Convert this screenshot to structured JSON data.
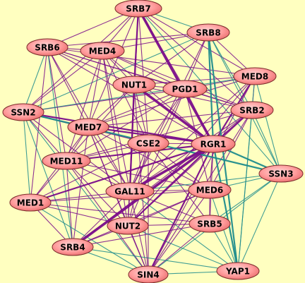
{
  "colors": {
    "background": "#FFFFC0",
    "purple_edge": "#7A0D8A",
    "teal_edge": "#1F8C8C",
    "node_fill_light": "#FFC0C0",
    "node_fill_dark": "#F07070"
  },
  "nodes": [
    {
      "id": "SRB7",
      "label": "SRB7"
    },
    {
      "id": "SRB8",
      "label": "SRB8"
    },
    {
      "id": "SRB6",
      "label": "SRB6"
    },
    {
      "id": "MED4",
      "label": "MED4"
    },
    {
      "id": "MED8",
      "label": "MED8"
    },
    {
      "id": "NUT1",
      "label": "NUT1"
    },
    {
      "id": "PGD1",
      "label": "PGD1"
    },
    {
      "id": "SRB2",
      "label": "SRB2"
    },
    {
      "id": "SSN2",
      "label": "SSN2"
    },
    {
      "id": "MED7",
      "label": "MED7"
    },
    {
      "id": "CSE2",
      "label": "CSE2"
    },
    {
      "id": "RGR1",
      "label": "RGR1"
    },
    {
      "id": "MED11",
      "label": "MED11"
    },
    {
      "id": "SSN3",
      "label": "SSN3"
    },
    {
      "id": "GAL11",
      "label": "GAL11"
    },
    {
      "id": "MED6",
      "label": "MED6"
    },
    {
      "id": "MED1",
      "label": "MED1"
    },
    {
      "id": "SRB5",
      "label": "SRB5"
    },
    {
      "id": "NUT2",
      "label": "NUT2"
    },
    {
      "id": "SRB4",
      "label": "SRB4"
    },
    {
      "id": "SIN4",
      "label": "SIN4"
    },
    {
      "id": "YAP1",
      "label": "YAP1"
    }
  ],
  "edges": [
    {
      "from": "RGR1",
      "to": "NUT1",
      "color": "purple",
      "weight": 3
    },
    {
      "from": "RGR1",
      "to": "SRB7",
      "color": "purple",
      "weight": 3
    },
    {
      "from": "RGR1",
      "to": "MED7",
      "color": "purple",
      "weight": 2
    },
    {
      "from": "RGR1",
      "to": "GAL11",
      "color": "purple",
      "weight": 3
    },
    {
      "from": "RGR1",
      "to": "SRB4",
      "color": "purple",
      "weight": 3
    },
    {
      "from": "RGR1",
      "to": "SSN2",
      "color": "purple",
      "weight": 2
    },
    {
      "from": "RGR1",
      "to": "MED8",
      "color": "purple",
      "weight": 2
    },
    {
      "from": "RGR1",
      "to": "SRB2",
      "color": "purple",
      "weight": 2
    },
    {
      "from": "RGR1",
      "to": "MED11",
      "color": "purple",
      "weight": 2
    },
    {
      "from": "RGR1",
      "to": "NUT2",
      "color": "purple",
      "weight": 2
    },
    {
      "from": "RGR1",
      "to": "SIN4",
      "color": "purple",
      "weight": 2
    },
    {
      "from": "RGR1",
      "to": "MED1",
      "color": "purple",
      "weight": 2
    },
    {
      "from": "RGR1",
      "to": "SRB6",
      "color": "purple",
      "weight": 1
    },
    {
      "from": "RGR1",
      "to": "MED4",
      "color": "purple",
      "weight": 1
    },
    {
      "from": "RGR1",
      "to": "CSE2",
      "color": "purple",
      "weight": 1
    },
    {
      "from": "RGR1",
      "to": "PGD1",
      "color": "purple",
      "weight": 1
    },
    {
      "from": "RGR1",
      "to": "MED6",
      "color": "purple",
      "weight": 1
    },
    {
      "from": "RGR1",
      "to": "SRB5",
      "color": "purple",
      "weight": 1
    },
    {
      "from": "RGR1",
      "to": "SSN3",
      "color": "teal",
      "weight": 2
    },
    {
      "from": "RGR1",
      "to": "YAP1",
      "color": "teal",
      "weight": 2
    },
    {
      "from": "RGR1",
      "to": "SRB8",
      "color": "teal",
      "weight": 2
    },
    {
      "from": "SSN2",
      "to": "SSN3",
      "color": "teal",
      "weight": 2
    },
    {
      "from": "SRB8",
      "to": "YAP1",
      "color": "teal",
      "weight": 2
    },
    {
      "from": "SSN3",
      "to": "YAP1",
      "color": "teal",
      "weight": 1
    },
    {
      "from": "NUT1",
      "to": "SRB7",
      "color": "purple",
      "weight": 2
    },
    {
      "from": "NUT1",
      "to": "GAL11",
      "color": "purple",
      "weight": 2
    },
    {
      "from": "NUT1",
      "to": "MED4",
      "color": "purple",
      "weight": 1
    },
    {
      "from": "NUT1",
      "to": "SRB6",
      "color": "purple",
      "weight": 1
    },
    {
      "from": "NUT1",
      "to": "PGD1",
      "color": "purple",
      "weight": 1
    },
    {
      "from": "NUT1",
      "to": "MED7",
      "color": "purple",
      "weight": 1
    },
    {
      "from": "NUT1",
      "to": "NUT2",
      "color": "purple",
      "weight": 1
    },
    {
      "from": "NUT1",
      "to": "MED11",
      "color": "purple",
      "weight": 1
    },
    {
      "from": "NUT1",
      "to": "SRB2",
      "color": "purple",
      "weight": 1
    },
    {
      "from": "NUT1",
      "to": "MED8",
      "color": "purple",
      "weight": 1
    },
    {
      "from": "NUT1",
      "to": "CSE2",
      "color": "purple",
      "weight": 1
    },
    {
      "from": "SRB7",
      "to": "SRB8",
      "color": "teal",
      "weight": 1
    },
    {
      "from": "SRB7",
      "to": "MED4",
      "color": "purple",
      "weight": 1
    },
    {
      "from": "SRB7",
      "to": "SRB6",
      "color": "purple",
      "weight": 1
    },
    {
      "from": "SRB7",
      "to": "PGD1",
      "color": "purple",
      "weight": 1
    },
    {
      "from": "SRB7",
      "to": "MED7",
      "color": "purple",
      "weight": 1
    },
    {
      "from": "SRB7",
      "to": "MED8",
      "color": "purple",
      "weight": 1
    },
    {
      "from": "SRB7",
      "to": "SSN2",
      "color": "purple",
      "weight": 1
    },
    {
      "from": "SRB7",
      "to": "SSN3",
      "color": "teal",
      "weight": 1
    },
    {
      "from": "SRB8",
      "to": "SSN2",
      "color": "teal",
      "weight": 1
    },
    {
      "from": "SRB8",
      "to": "MED8",
      "color": "purple",
      "weight": 1
    },
    {
      "from": "SRB8",
      "to": "PGD1",
      "color": "purple",
      "weight": 1
    },
    {
      "from": "SRB8",
      "to": "SRB2",
      "color": "teal",
      "weight": 1
    },
    {
      "from": "SRB8",
      "to": "GAL11",
      "color": "purple",
      "weight": 1
    },
    {
      "from": "SRB8",
      "to": "MED4",
      "color": "purple",
      "weight": 1
    },
    {
      "from": "SRB6",
      "to": "MED4",
      "color": "purple",
      "weight": 1
    },
    {
      "from": "SRB6",
      "to": "SSN2",
      "color": "teal",
      "weight": 1
    },
    {
      "from": "SRB6",
      "to": "MED7",
      "color": "purple",
      "weight": 1
    },
    {
      "from": "SRB6",
      "to": "MED11",
      "color": "purple",
      "weight": 1
    },
    {
      "from": "SRB6",
      "to": "GAL11",
      "color": "purple",
      "weight": 1
    },
    {
      "from": "SRB6",
      "to": "MED1",
      "color": "purple",
      "weight": 1
    },
    {
      "from": "SRB6",
      "to": "SRB2",
      "color": "purple",
      "weight": 1
    },
    {
      "from": "SRB6",
      "to": "MED8",
      "color": "purple",
      "weight": 1
    },
    {
      "from": "SRB6",
      "to": "PGD1",
      "color": "purple",
      "weight": 1
    },
    {
      "from": "SRB6",
      "to": "SRB4",
      "color": "teal",
      "weight": 1
    },
    {
      "from": "MED4",
      "to": "MED7",
      "color": "purple",
      "weight": 1
    },
    {
      "from": "MED4",
      "to": "PGD1",
      "color": "purple",
      "weight": 1
    },
    {
      "from": "MED4",
      "to": "SRB2",
      "color": "purple",
      "weight": 1
    },
    {
      "from": "MED4",
      "to": "GAL11",
      "color": "purple",
      "weight": 1
    },
    {
      "from": "MED4",
      "to": "CSE2",
      "color": "purple",
      "weight": 1
    },
    {
      "from": "MED4",
      "to": "SSN2",
      "color": "purple",
      "weight": 1
    },
    {
      "from": "MED8",
      "to": "SRB2",
      "color": "purple",
      "weight": 1
    },
    {
      "from": "MED8",
      "to": "PGD1",
      "color": "purple",
      "weight": 1
    },
    {
      "from": "MED8",
      "to": "MED7",
      "color": "purple",
      "weight": 1
    },
    {
      "from": "MED8",
      "to": "GAL11",
      "color": "purple",
      "weight": 1
    },
    {
      "from": "MED8",
      "to": "SSN3",
      "color": "teal",
      "weight": 1
    },
    {
      "from": "MED8",
      "to": "NUT2",
      "color": "purple",
      "weight": 1
    },
    {
      "from": "PGD1",
      "to": "SRB2",
      "color": "purple",
      "weight": 1
    },
    {
      "from": "PGD1",
      "to": "MED7",
      "color": "purple",
      "weight": 1
    },
    {
      "from": "PGD1",
      "to": "GAL11",
      "color": "purple",
      "weight": 1
    },
    {
      "from": "PGD1",
      "to": "CSE2",
      "color": "purple",
      "weight": 1
    },
    {
      "from": "PGD1",
      "to": "MED6",
      "color": "purple",
      "weight": 1
    },
    {
      "from": "SRB2",
      "to": "SSN3",
      "color": "teal",
      "weight": 1
    },
    {
      "from": "SRB2",
      "to": "MED7",
      "color": "purple",
      "weight": 1
    },
    {
      "from": "SRB2",
      "to": "GAL11",
      "color": "purple",
      "weight": 1
    },
    {
      "from": "SRB2",
      "to": "MED6",
      "color": "purple",
      "weight": 1
    },
    {
      "from": "SRB2",
      "to": "SRB4",
      "color": "purple",
      "weight": 1
    },
    {
      "from": "SRB2",
      "to": "YAP1",
      "color": "teal",
      "weight": 1
    },
    {
      "from": "SSN2",
      "to": "MED7",
      "color": "purple",
      "weight": 1
    },
    {
      "from": "SSN2",
      "to": "MED11",
      "color": "purple",
      "weight": 1
    },
    {
      "from": "SSN2",
      "to": "MED1",
      "color": "teal",
      "weight": 1
    },
    {
      "from": "SSN2",
      "to": "SRB4",
      "color": "teal",
      "weight": 1
    },
    {
      "from": "SSN2",
      "to": "GAL11",
      "color": "purple",
      "weight": 1
    },
    {
      "from": "SSN2",
      "to": "CSE2",
      "color": "purple",
      "weight": 1
    },
    {
      "from": "SSN2",
      "to": "SIN4",
      "color": "teal",
      "weight": 1
    },
    {
      "from": "MED7",
      "to": "MED11",
      "color": "purple",
      "weight": 1
    },
    {
      "from": "MED7",
      "to": "CSE2",
      "color": "purple",
      "weight": 1
    },
    {
      "from": "MED7",
      "to": "GAL11",
      "color": "purple",
      "weight": 1
    },
    {
      "from": "MED7",
      "to": "MED1",
      "color": "purple",
      "weight": 1
    },
    {
      "from": "MED7",
      "to": "NUT2",
      "color": "purple",
      "weight": 1
    },
    {
      "from": "MED7",
      "to": "MED6",
      "color": "purple",
      "weight": 1
    },
    {
      "from": "MED7",
      "to": "SRB4",
      "color": "purple",
      "weight": 1
    },
    {
      "from": "CSE2",
      "to": "GAL11",
      "color": "purple",
      "weight": 1
    },
    {
      "from": "CSE2",
      "to": "MED11",
      "color": "purple",
      "weight": 1
    },
    {
      "from": "CSE2",
      "to": "NUT2",
      "color": "purple",
      "weight": 1
    },
    {
      "from": "CSE2",
      "to": "MED6",
      "color": "purple",
      "weight": 1
    },
    {
      "from": "CSE2",
      "to": "SRB5",
      "color": "purple",
      "weight": 1
    },
    {
      "from": "CSE2",
      "to": "MED1",
      "color": "purple",
      "weight": 1
    },
    {
      "from": "CSE2",
      "to": "SIN4",
      "color": "purple",
      "weight": 1
    },
    {
      "from": "MED11",
      "to": "GAL11",
      "color": "purple",
      "weight": 1
    },
    {
      "from": "MED11",
      "to": "MED1",
      "color": "purple",
      "weight": 1
    },
    {
      "from": "MED11",
      "to": "NUT2",
      "color": "purple",
      "weight": 1
    },
    {
      "from": "MED11",
      "to": "SRB4",
      "color": "purple",
      "weight": 1
    },
    {
      "from": "MED11",
      "to": "MED6",
      "color": "purple",
      "weight": 1
    },
    {
      "from": "MED11",
      "to": "SIN4",
      "color": "purple",
      "weight": 1
    },
    {
      "from": "GAL11",
      "to": "MED1",
      "color": "purple",
      "weight": 1
    },
    {
      "from": "GAL11",
      "to": "NUT2",
      "color": "purple",
      "weight": 1
    },
    {
      "from": "GAL11",
      "to": "SRB4",
      "color": "purple",
      "weight": 1
    },
    {
      "from": "GAL11",
      "to": "MED6",
      "color": "purple",
      "weight": 1
    },
    {
      "from": "GAL11",
      "to": "SRB5",
      "color": "purple",
      "weight": 1
    },
    {
      "from": "GAL11",
      "to": "SIN4",
      "color": "purple",
      "weight": 1
    },
    {
      "from": "GAL11",
      "to": "YAP1",
      "color": "teal",
      "weight": 1
    },
    {
      "from": "GAL11",
      "to": "SSN3",
      "color": "teal",
      "weight": 1
    },
    {
      "from": "MED6",
      "to": "SSN3",
      "color": "teal",
      "weight": 1
    },
    {
      "from": "MED6",
      "to": "SRB5",
      "color": "purple",
      "weight": 1
    },
    {
      "from": "MED6",
      "to": "NUT2",
      "color": "purple",
      "weight": 1
    },
    {
      "from": "MED6",
      "to": "SIN4",
      "color": "purple",
      "weight": 1
    },
    {
      "from": "MED6",
      "to": "YAP1",
      "color": "teal",
      "weight": 1
    },
    {
      "from": "MED6",
      "to": "MED1",
      "color": "purple",
      "weight": 1
    },
    {
      "from": "MED6",
      "to": "SRB4",
      "color": "purple",
      "weight": 1
    },
    {
      "from": "MED1",
      "to": "NUT2",
      "color": "purple",
      "weight": 1
    },
    {
      "from": "MED1",
      "to": "SRB4",
      "color": "purple",
      "weight": 1
    },
    {
      "from": "MED1",
      "to": "SIN4",
      "color": "teal",
      "weight": 1
    },
    {
      "from": "MED1",
      "to": "SRB5",
      "color": "purple",
      "weight": 1
    },
    {
      "from": "SRB5",
      "to": "NUT2",
      "color": "purple",
      "weight": 1
    },
    {
      "from": "SRB5",
      "to": "SSN3",
      "color": "teal",
      "weight": 1
    },
    {
      "from": "SRB5",
      "to": "YAP1",
      "color": "teal",
      "weight": 1
    },
    {
      "from": "SRB5",
      "to": "SIN4",
      "color": "purple",
      "weight": 1
    },
    {
      "from": "SRB5",
      "to": "SRB4",
      "color": "purple",
      "weight": 1
    },
    {
      "from": "NUT2",
      "to": "SRB4",
      "color": "purple",
      "weight": 1
    },
    {
      "from": "NUT2",
      "to": "SIN4",
      "color": "purple",
      "weight": 1
    },
    {
      "from": "NUT2",
      "to": "YAP1",
      "color": "teal",
      "weight": 1
    },
    {
      "from": "SRB4",
      "to": "SIN4",
      "color": "teal",
      "weight": 1
    },
    {
      "from": "SRB4",
      "to": "YAP1",
      "color": "teal",
      "weight": 1
    },
    {
      "from": "SIN4",
      "to": "YAP1",
      "color": "teal",
      "weight": 1
    },
    {
      "from": "SIN4",
      "to": "SSN3",
      "color": "teal",
      "weight": 1
    },
    {
      "from": "SIN4",
      "to": "MED8",
      "color": "purple",
      "weight": 1
    },
    {
      "from": "SIN4",
      "to": "SRB2",
      "color": "purple",
      "weight": 1
    },
    {
      "from": "SIN4",
      "to": "NUT1",
      "color": "purple",
      "weight": 1
    },
    {
      "from": "SIN4",
      "to": "MED7",
      "color": "purple",
      "weight": 1
    },
    {
      "from": "SRB7",
      "to": "GAL11",
      "color": "purple",
      "weight": 1
    },
    {
      "from": "SRB7",
      "to": "CSE2",
      "color": "purple",
      "weight": 1
    },
    {
      "from": "SRB7",
      "to": "SRB2",
      "color": "purple",
      "weight": 1
    },
    {
      "from": "SRB8",
      "to": "SRB6",
      "color": "purple",
      "weight": 1
    },
    {
      "from": "SRB8",
      "to": "NUT1",
      "color": "purple",
      "weight": 1
    },
    {
      "from": "SRB8",
      "to": "SSN3",
      "color": "teal",
      "weight": 1
    },
    {
      "from": "MED4",
      "to": "MED11",
      "color": "purple",
      "weight": 1
    },
    {
      "from": "MED4",
      "to": "NUT2",
      "color": "purple",
      "weight": 1
    },
    {
      "from": "PGD1",
      "to": "NUT2",
      "color": "purple",
      "weight": 1
    },
    {
      "from": "PGD1",
      "to": "MED11",
      "color": "purple",
      "weight": 1
    },
    {
      "from": "SSN2",
      "to": "PGD1",
      "color": "purple",
      "weight": 1
    },
    {
      "from": "SSN2",
      "to": "MED8",
      "color": "teal",
      "weight": 1
    },
    {
      "from": "MED8",
      "to": "YAP1",
      "color": "teal",
      "weight": 1
    },
    {
      "from": "SRB2",
      "to": "MED11",
      "color": "purple",
      "weight": 1
    },
    {
      "from": "SRB2",
      "to": "NUT2",
      "color": "purple",
      "weight": 1
    }
  ]
}
